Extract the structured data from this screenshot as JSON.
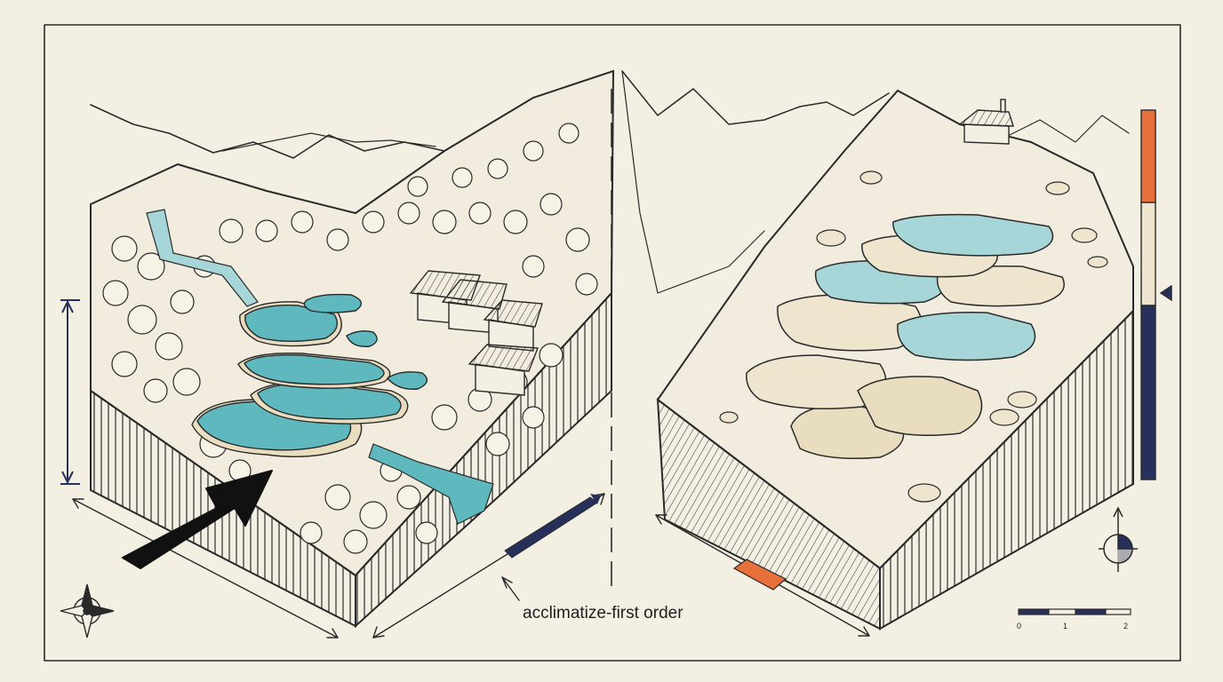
{
  "annotation": {
    "order_caption": "acclimatize-first order"
  },
  "scale_bar": {
    "ticks": [
      "0",
      "1",
      "2"
    ]
  },
  "colors": {
    "paper": "#f3efe3",
    "ink": "#2a2a2a",
    "water": "#5fb8bd",
    "water_light": "#a7d6d8",
    "terrace": "#e9ddc0",
    "navy": "#26305a",
    "orange": "#e8703a",
    "cream": "#efe5cf"
  },
  "elevation_bar": {
    "segments": [
      "orange",
      "cream",
      "navy"
    ]
  },
  "icons": [
    "compass-rose-icon",
    "north-dial-icon",
    "direction-arrow-icon"
  ]
}
